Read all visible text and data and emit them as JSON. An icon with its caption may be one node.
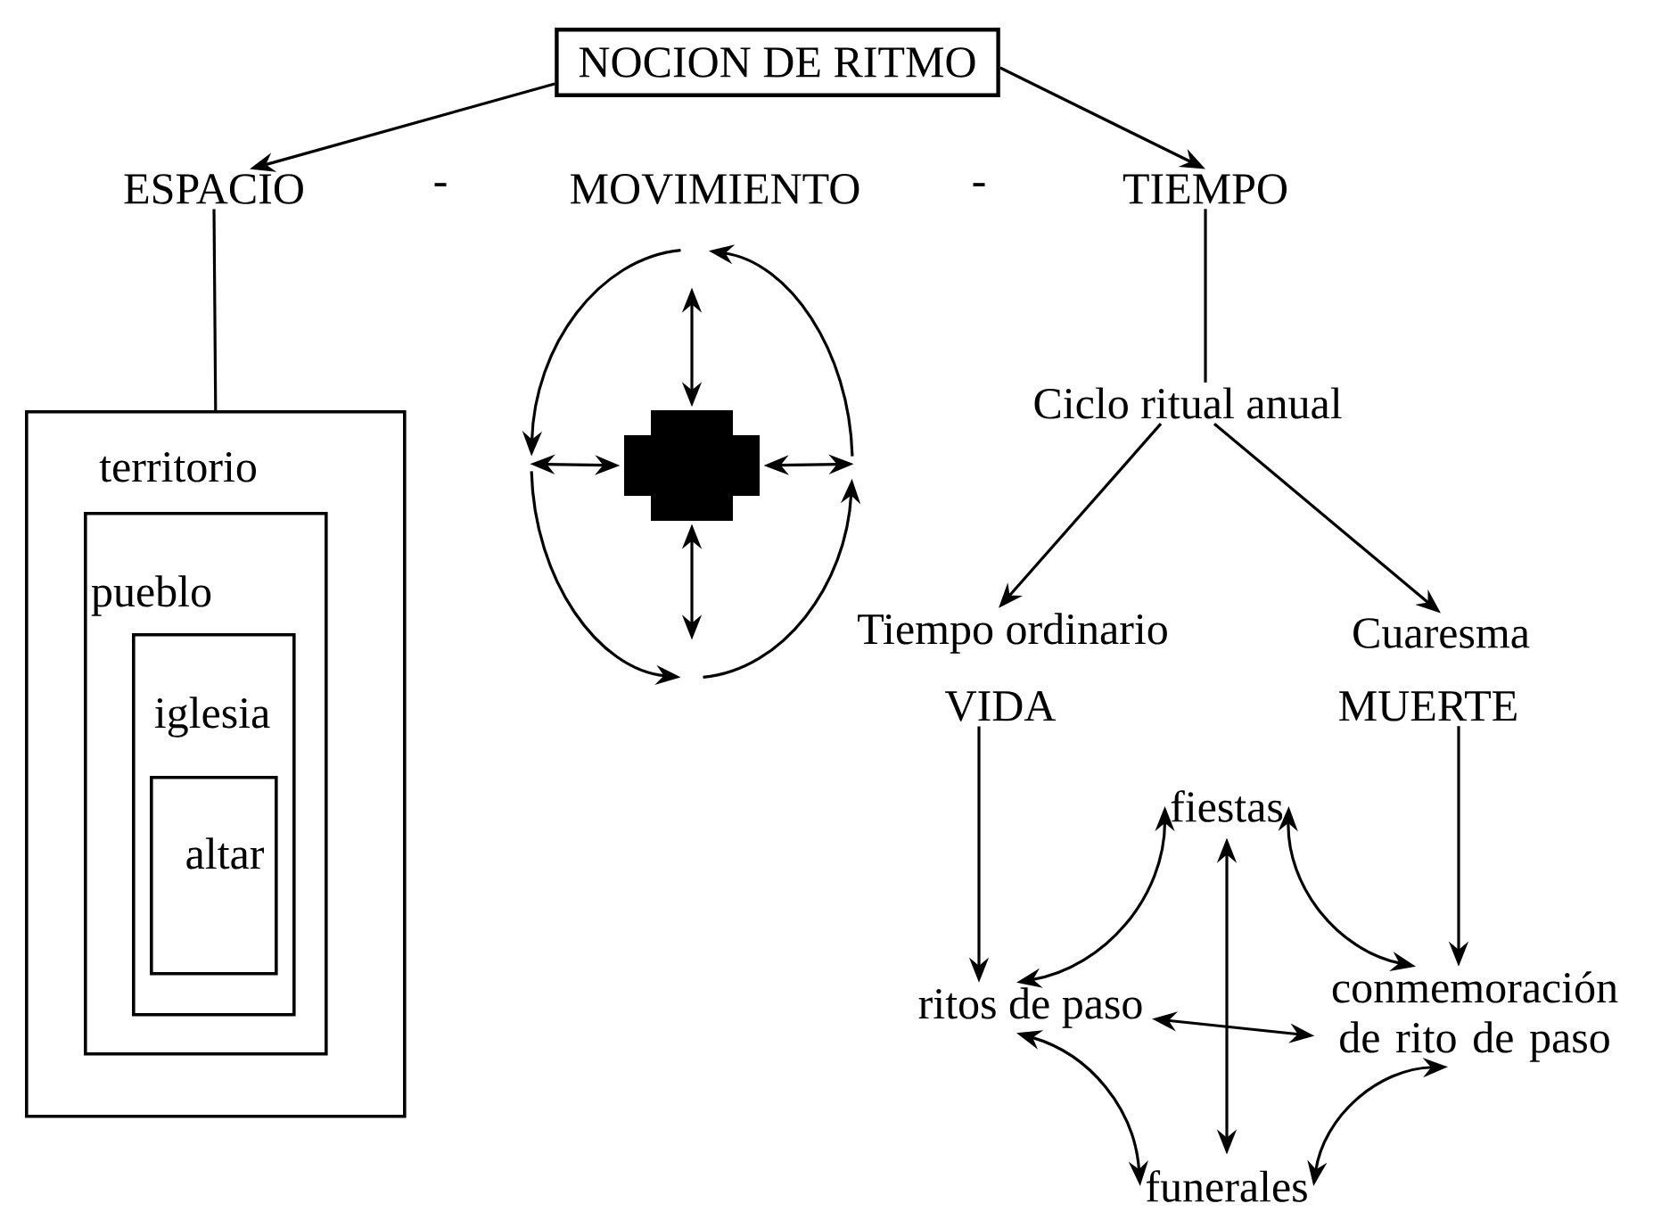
{
  "diagram": {
    "nodes": [
      {
        "text": [
          "NOCION DE RITMO"
        ]
      },
      {
        "text": [
          "ESPACIO"
        ]
      },
      {
        "text": [
          "MOVIMIENTO"
        ]
      },
      {
        "text": [
          "TIEMPO"
        ]
      },
      {
        "text": [
          "territorio"
        ]
      },
      {
        "text": [
          "pueblo"
        ],
        "in": 4
      },
      {
        "text": [
          "iglesia"
        ],
        "in": 5
      },
      {
        "text": [
          "altar"
        ],
        "in": 6
      },
      {
        "text": [],
        "shape": "cross",
        "in": 9
      },
      {
        "text": [],
        "shape": "circle"
      },
      {
        "text": [
          "Ciclo ritual anual"
        ]
      },
      {
        "text": [
          "Tiempo ordinario"
        ]
      },
      {
        "text": [
          "Cuaresma"
        ]
      },
      {
        "text": [
          "VIDA"
        ]
      },
      {
        "text": [
          "MUERTE"
        ]
      },
      {
        "text": [
          "fiestas"
        ]
      },
      {
        "text": [
          "ritos de paso"
        ]
      },
      {
        "text": [
          "conmemoración de rito de paso"
        ]
      },
      {
        "text": [
          "funerales"
        ]
      }
    ],
    "edges": [
      {
        "from": 0,
        "to": 1,
        "arrow": "to"
      },
      {
        "from": 0,
        "to": 3,
        "arrow": "to"
      },
      {
        "from": 1,
        "to": 4,
        "arrow": "none"
      },
      {
        "from": 8,
        "to": 9,
        "arrow": "both"
      },
      {
        "from": 8,
        "to": 9,
        "arrow": "both"
      },
      {
        "from": 8,
        "to": 9,
        "arrow": "both"
      },
      {
        "from": 8,
        "to": 9,
        "arrow": "both"
      },
      {
        "from": 3,
        "to": 10,
        "arrow": "none"
      },
      {
        "from": 10,
        "to": 11,
        "arrow": "to"
      },
      {
        "from": 10,
        "to": 12,
        "arrow": "to"
      },
      {
        "from": 13,
        "to": 16,
        "arrow": "to"
      },
      {
        "from": 14,
        "to": 17,
        "arrow": "to"
      },
      {
        "from": 15,
        "to": 16,
        "arrow": "both"
      },
      {
        "from": 15,
        "to": 17,
        "arrow": "both"
      },
      {
        "from": 16,
        "to": 18,
        "arrow": "both"
      },
      {
        "from": 17,
        "to": 18,
        "arrow": "both"
      },
      {
        "from": 16,
        "to": 17,
        "arrow": "both"
      },
      {
        "from": 15,
        "to": 18,
        "arrow": "both"
      }
    ],
    "labels": [
      "-",
      "-"
    ]
  }
}
